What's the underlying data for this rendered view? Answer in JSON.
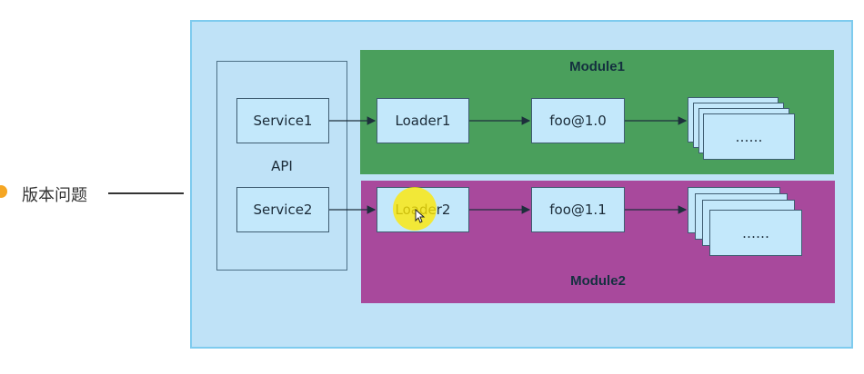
{
  "side_annotation": {
    "text": "版本问题"
  },
  "api": {
    "label": "API",
    "service1": "Service1",
    "service2": "Service2"
  },
  "module1": {
    "title": "Module1",
    "loader": "Loader1",
    "foo": "foo@1.0",
    "more": "……"
  },
  "module2": {
    "title": "Module2",
    "loader": "Loader2",
    "foo": "foo@1.1",
    "more": "……"
  },
  "colors": {
    "outer_bg": "#bfe2f7",
    "module1_bg": "#4a9f5c",
    "module2_bg": "#a8499c",
    "node_bg": "#c3e8fb",
    "highlight": "#ffe800",
    "bullet": "#f5a623"
  }
}
